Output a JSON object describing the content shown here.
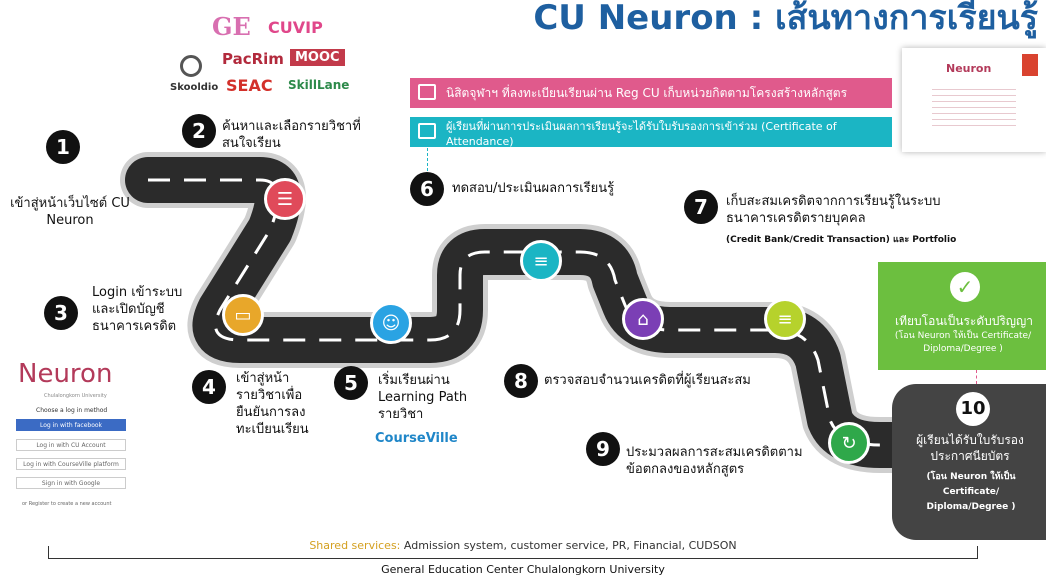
{
  "title": "CU Neuron : เส้นทางการเรียนรู้",
  "partner_logos": [
    "CUVIP",
    "PacRim",
    "MOOC",
    "Skooldio",
    "SEAC",
    "SkillLane"
  ],
  "banners": {
    "pink": "นิสิตจุฬาฯ ที่ลงทะเบียนเรียนผ่าน Reg CU เก็บหน่วยกิตตามโครงสร้างหลักสูตร",
    "teal": "ผู้เรียนที่ผ่านการประเมินผลการเรียนรู้จะได้รับใบรับรองการเข้าร่วม (Certificate of Attendance)"
  },
  "certificate": {
    "brand": "Neuron"
  },
  "steps": {
    "s1": {
      "num": "1",
      "text": "เข้าสู่หน้าเว็บไซต์ CU Neuron"
    },
    "s2": {
      "num": "2",
      "text": "ค้นหาและเลือกรายวิชาที่สนใจเรียน"
    },
    "s3": {
      "num": "3",
      "text": "Login เข้าระบบและเปิดบัญชีธนาคารเครดิต"
    },
    "s4": {
      "num": "4",
      "text": "เข้าสู่หน้ารายวิชาเพื่อยืนยันการลงทะเบียนเรียน"
    },
    "s5": {
      "num": "5",
      "text": "เริ่มเรียนผ่าน Learning Path รายวิชา"
    },
    "s6": {
      "num": "6",
      "text": "ทดสอบ/ประเมินผลการเรียนรู้"
    },
    "s7": {
      "num": "7",
      "text": "เก็บสะสมเครดิตจากการเรียนรู้ในระบบธนาคารเครดิตรายบุคคล",
      "sub": "(Credit Bank/Credit Transaction) และ Portfolio"
    },
    "s8": {
      "num": "8",
      "text": "ตรวจสอบจำนวนเครดิตที่ผู้เรียนสะสม"
    },
    "s9": {
      "num": "9",
      "text": "ประมวลผลการสะสมเครดิตตามข้อตกลงของหลักสูตร"
    },
    "s10": {
      "num": "10",
      "text": "ผู้เรียนได้รับใบรับรองประกาศนียบัตร",
      "sub": "(โอน Neuron ให้เป็น Certificate/ Diploma/Degree )"
    }
  },
  "transfer_box": {
    "text": "เทียบโอนเป็นระดับปริญญา",
    "sub": "(โอน Neuron ให้เป็น Certificate/ Diploma/Degree )"
  },
  "courseville": "CourseVille",
  "login_panel": {
    "brand": "Neuron",
    "brand_sub": "Chulalongkorn University",
    "heading": "Choose a log in method",
    "buttons": [
      "Log in with facebook",
      "Log in with CU Account",
      "Log in with CourseVille platform",
      "Sign in with Google"
    ],
    "register": "or Register to create a new account"
  },
  "shared_label": "Shared services:",
  "shared_text": "Admission system, customer service, PR, Financial, CUDSON",
  "footer": "General Education Center Chulalongkorn University",
  "colors": {
    "title": "#1e5fa0",
    "pink": "#e05a8c",
    "teal": "#1bb5c4",
    "green": "#6cbf3f",
    "road": "#2b2b2b"
  }
}
